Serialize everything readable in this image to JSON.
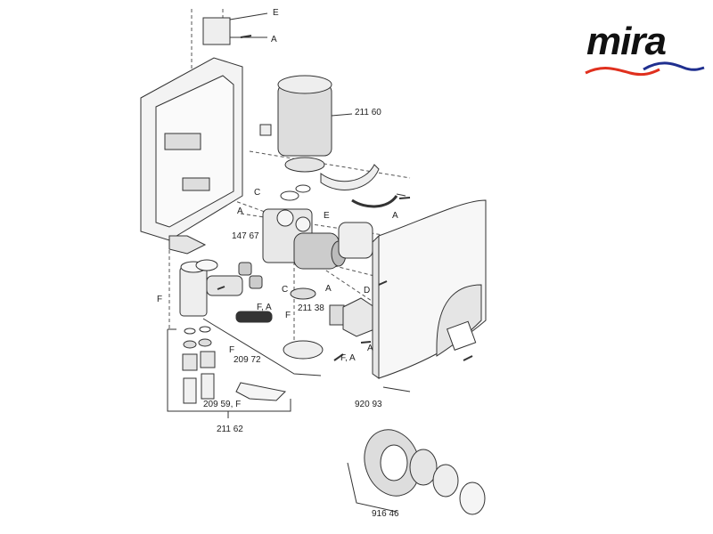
{
  "brand": {
    "name": "mira",
    "wave_colors": [
      "#e0301e",
      "#1f2f8f"
    ]
  },
  "diagram": {
    "labels": {
      "top_e": "E",
      "top_a": "A",
      "motor": "211 60",
      "c_upper": "C",
      "c_lower": "C",
      "a_left": "A",
      "e_solenoid": "E",
      "a_bracket": "A",
      "part_14767": "147 67",
      "f_body": "F",
      "f_a_body": "F, A",
      "part_21138": "211 38",
      "d_switch": "D",
      "a_switch": "A",
      "a_mid": "A",
      "f_filters": "F",
      "f_seals": "F",
      "part_20972": "209 72",
      "f_a_screw": "F, A",
      "part_92093": "920 93",
      "part_20959": "209 59, F",
      "part_21162": "211 62",
      "part_91646": "916 46"
    }
  }
}
